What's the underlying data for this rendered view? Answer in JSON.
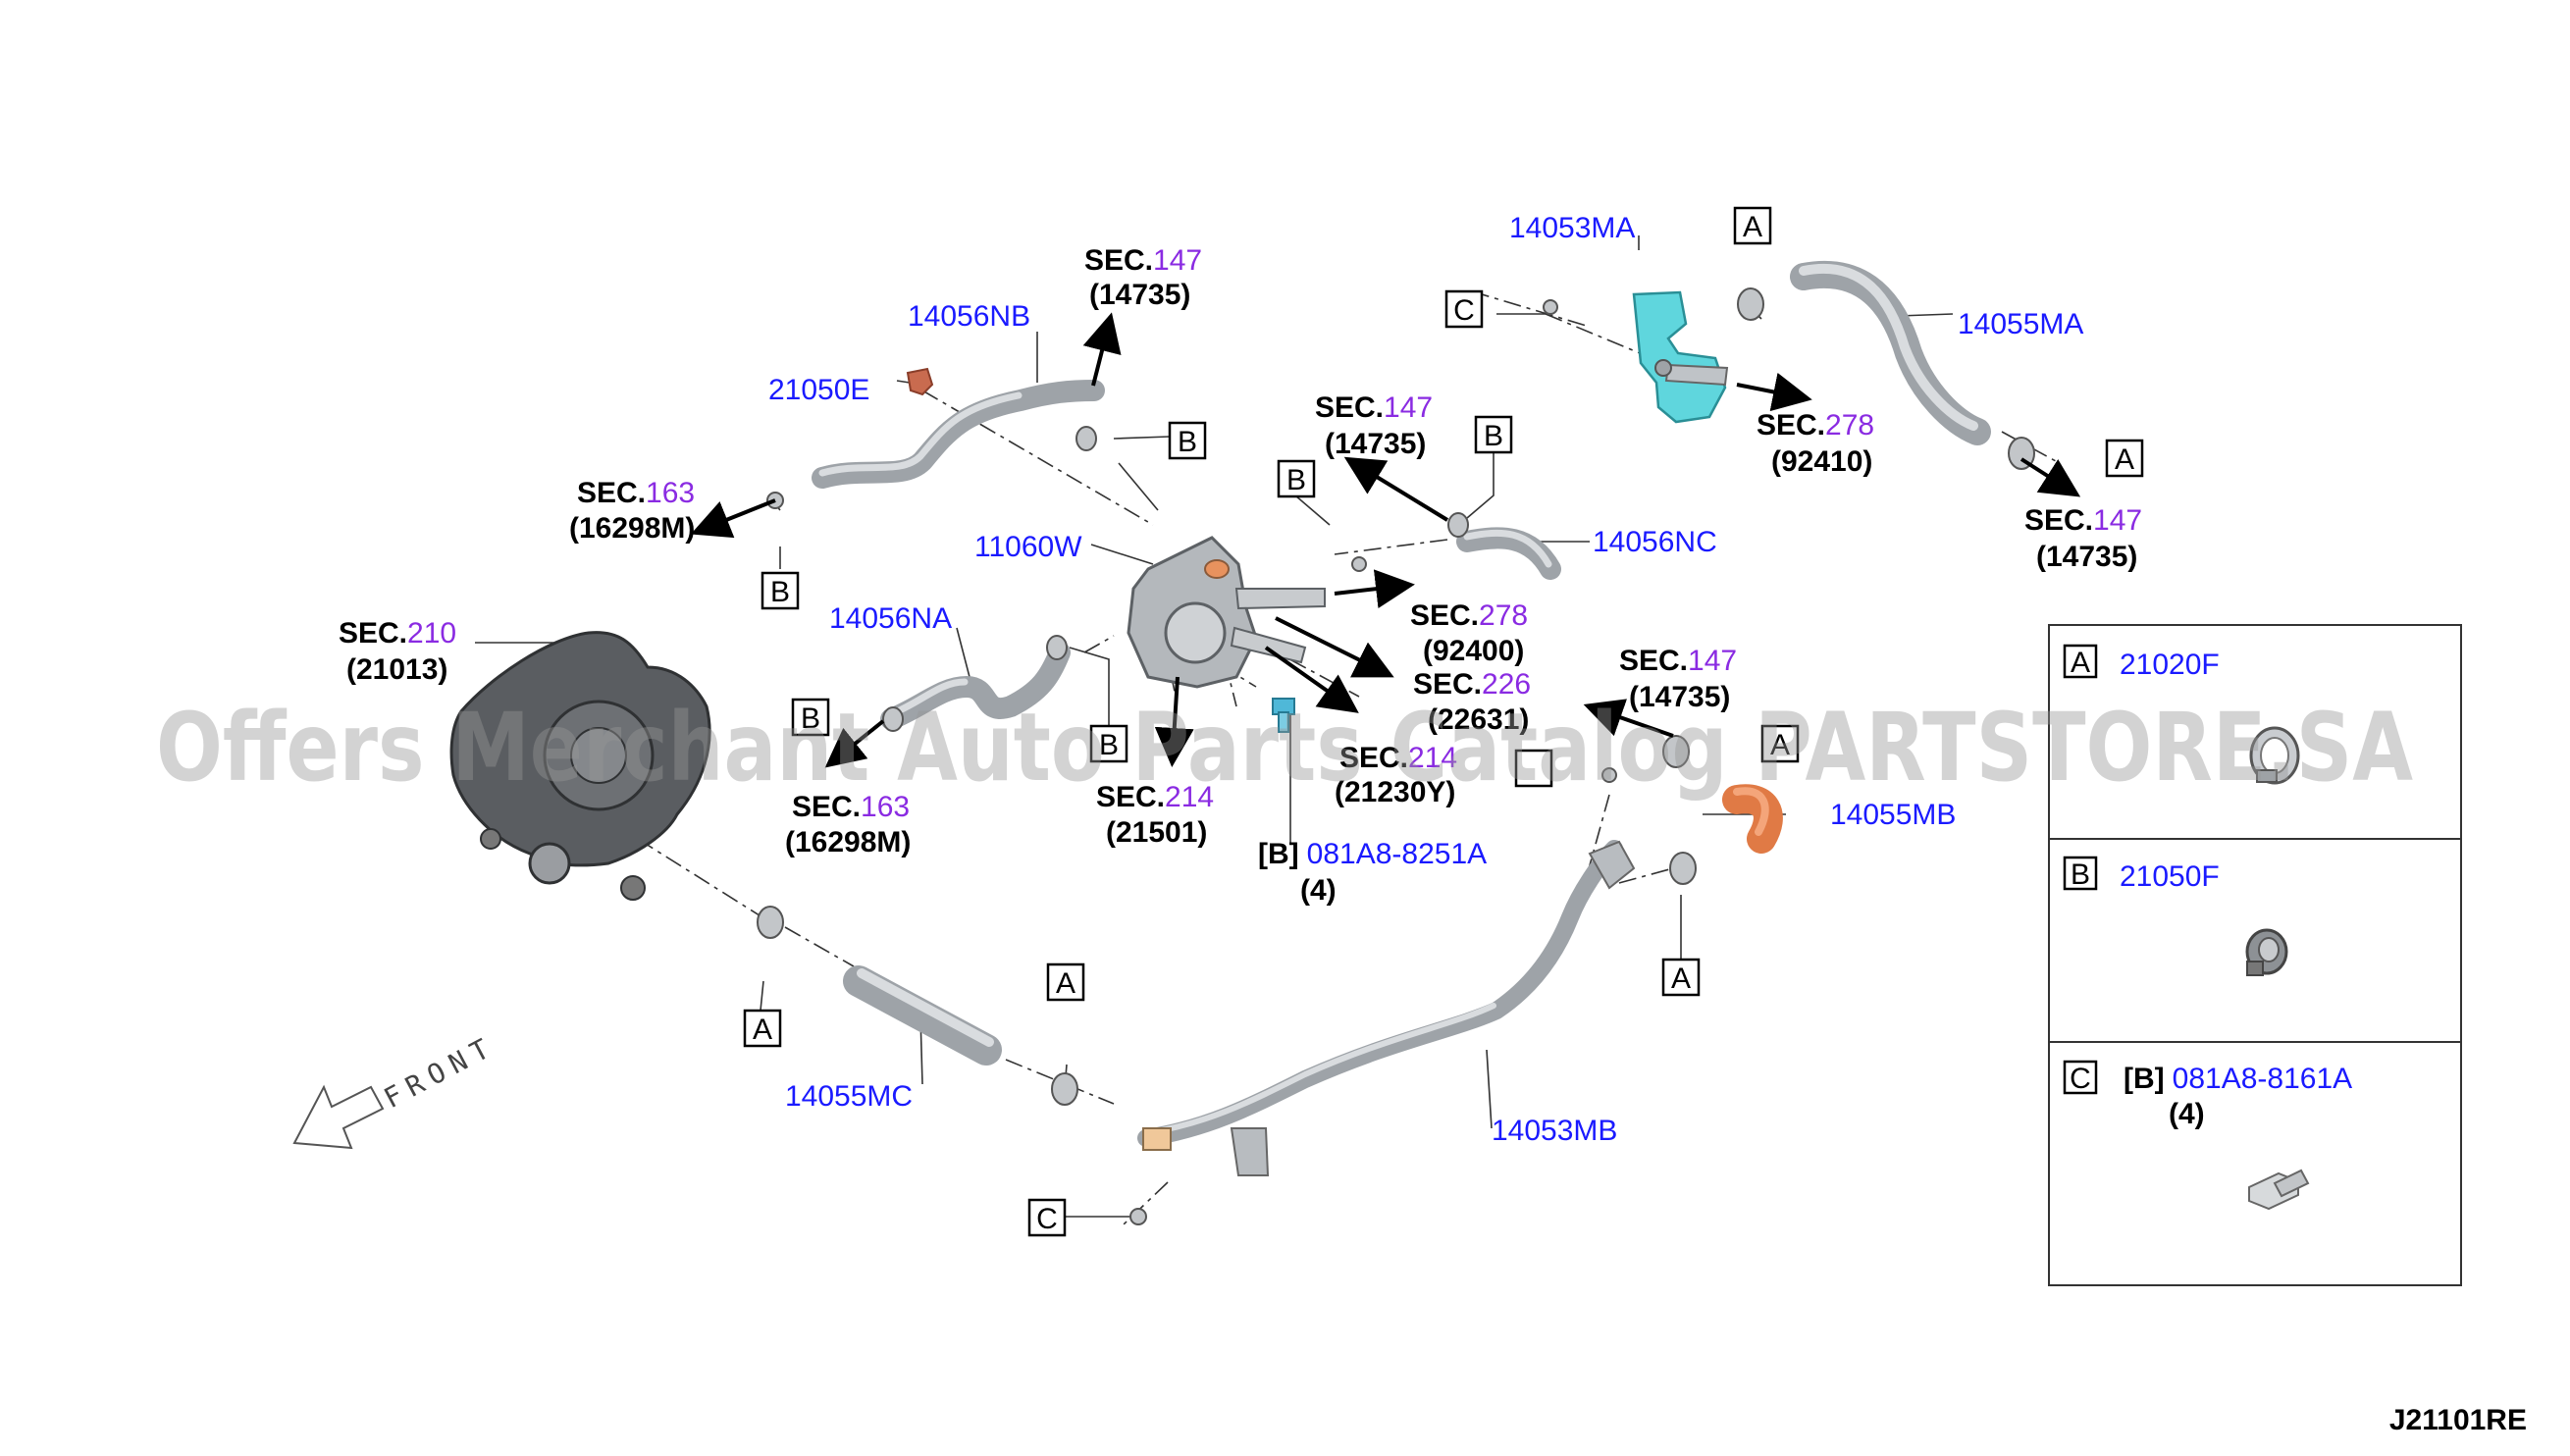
{
  "watermark": "Offers Merchant Auto Parts Catalog PARTSTORE.SA",
  "diagram_code": "J21101RE",
  "front_label": "FRONT",
  "sec_refs": [
    {
      "id": "sec-147-a",
      "prefix": "SEC.",
      "num": "147",
      "code": "(14735)"
    },
    {
      "id": "sec-163-a",
      "prefix": "SEC.",
      "num": "163",
      "code": "(16298M)"
    },
    {
      "id": "sec-210",
      "prefix": "SEC.",
      "num": "210",
      "code": "(21013)"
    },
    {
      "id": "sec-147-b",
      "prefix": "SEC.",
      "num": "147",
      "code": "(14735)"
    },
    {
      "id": "sec-278-a",
      "prefix": "SEC.",
      "num": "278",
      "code": "(92410)"
    },
    {
      "id": "sec-147-c",
      "prefix": "SEC.",
      "num": "147",
      "code": "(14735)"
    },
    {
      "id": "sec-278-b",
      "prefix": "SEC.",
      "num": "278",
      "code": "(92400)"
    },
    {
      "id": "sec-226",
      "prefix": "SEC.",
      "num": "226",
      "code": "(22631)"
    },
    {
      "id": "sec-214-a",
      "prefix": "SEC.",
      "num": "214",
      "code": "(21230Y)"
    },
    {
      "id": "sec-214-b",
      "prefix": "SEC.",
      "num": "214",
      "code": "(21501)"
    },
    {
      "id": "sec-163-b",
      "prefix": "SEC.",
      "num": "163",
      "code": "(16298M)"
    },
    {
      "id": "sec-147-d",
      "prefix": "SEC.",
      "num": "147",
      "code": "(14735)"
    }
  ],
  "parts": [
    {
      "id": "14053MA",
      "label": "14053MA"
    },
    {
      "id": "14055MA",
      "label": "14055MA"
    },
    {
      "id": "14056NB",
      "label": "14056NB"
    },
    {
      "id": "21050E",
      "label": "21050E"
    },
    {
      "id": "14056NC",
      "label": "14056NC"
    },
    {
      "id": "11060W",
      "label": "11060W"
    },
    {
      "id": "14056NA",
      "label": "14056NA"
    },
    {
      "id": "14055MB",
      "label": "14055MB"
    },
    {
      "id": "14055MC",
      "label": "14055MC"
    },
    {
      "id": "14053MB",
      "label": "14053MB"
    }
  ],
  "bolt_ref": {
    "tag": "[B]",
    "part": "081A8-8251A",
    "qty": "(4)"
  },
  "callouts": {
    "a": "A",
    "b": "B",
    "c": "C"
  },
  "legend": [
    {
      "key": "A",
      "part": "21020F",
      "tag": "",
      "qty": ""
    },
    {
      "key": "B",
      "part": "21050F",
      "tag": "",
      "qty": ""
    },
    {
      "key": "C",
      "part": "081A8-8161A",
      "tag": "[B]",
      "qty": "(4)"
    }
  ]
}
